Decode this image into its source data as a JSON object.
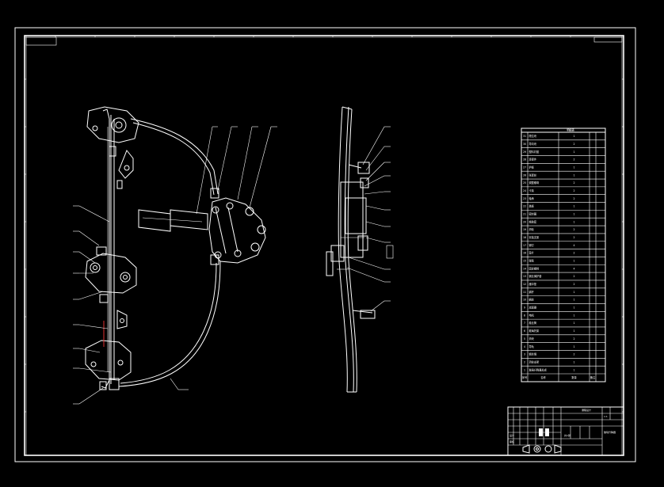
{
  "colors": {
    "background": "#000000",
    "lines": "#ffffff",
    "accent": "#e03030"
  },
  "bom": {
    "header_cell": "明细表",
    "rows": [
      [
        "1",
        "玻璃升降器总成",
        "1",
        ""
      ],
      [
        "2",
        "滑轮支架",
        "1",
        ""
      ],
      [
        "3",
        "钢丝绳",
        "2",
        ""
      ],
      [
        "4",
        "导轨",
        "1",
        ""
      ],
      [
        "5",
        "滑块",
        "2",
        ""
      ],
      [
        "6",
        "玻璃托架",
        "1",
        ""
      ],
      [
        "7",
        "卷丝筒",
        "1",
        ""
      ],
      [
        "8",
        "电机",
        "1",
        ""
      ],
      [
        "9",
        "减速器",
        "1",
        ""
      ],
      [
        "10",
        "蜗轮",
        "1",
        ""
      ],
      [
        "11",
        "蜗杆",
        "1",
        ""
      ],
      [
        "12",
        "缓冲垫",
        "2",
        ""
      ],
      [
        "13",
        "钢丝绳护套",
        "2",
        ""
      ],
      [
        "14",
        "固定螺栓",
        "4",
        ""
      ],
      [
        "15",
        "弹簧",
        "1",
        ""
      ],
      [
        "16",
        "垫片",
        "2",
        ""
      ],
      [
        "17",
        "铆钉",
        "4",
        ""
      ],
      [
        "18",
        "安装支架",
        "2",
        ""
      ],
      [
        "19",
        "滑轮",
        "2",
        ""
      ],
      [
        "20",
        "橡胶套",
        "1",
        ""
      ],
      [
        "21",
        "密封圈",
        "1",
        ""
      ],
      [
        "22",
        "盖板",
        "1",
        ""
      ],
      [
        "23",
        "轴承",
        "2",
        ""
      ],
      [
        "24",
        "卡簧",
        "2",
        ""
      ],
      [
        "25",
        "调整螺母",
        "2",
        ""
      ],
      [
        "26",
        "张紧轮",
        "1",
        ""
      ],
      [
        "27",
        "护板",
        "1",
        ""
      ],
      [
        "28",
        "连接件",
        "2",
        ""
      ],
      [
        "29",
        "塑料衬套",
        "1",
        ""
      ],
      [
        "30",
        "导向块",
        "2",
        ""
      ],
      [
        "31",
        "限位块",
        "1",
        ""
      ]
    ],
    "footer": [
      "序号",
      "名称",
      "数量",
      "备注"
    ]
  },
  "title_block": {
    "drawing_name": "玻璃升降器",
    "scale": "1:1",
    "sheet": "共1张",
    "school": "课程设计",
    "designer": "设计",
    "checker": "审核"
  }
}
